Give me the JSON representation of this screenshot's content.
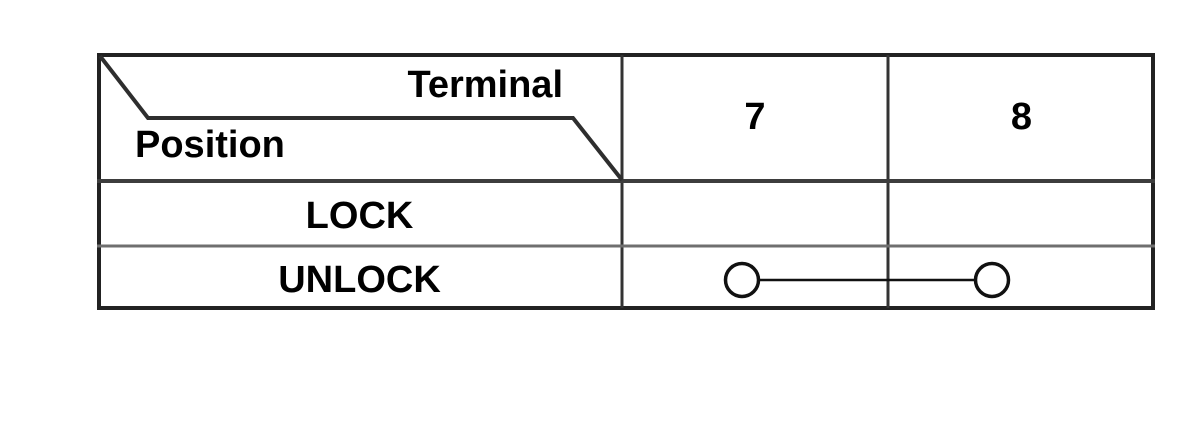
{
  "table": {
    "header": {
      "terminal_label": "Terminal",
      "position_label": "Position"
    },
    "columns": [
      "7",
      "8"
    ],
    "rows": [
      {
        "position": "LOCK",
        "connections": []
      },
      {
        "position": "UNLOCK",
        "connections": [
          [
            "7",
            "8"
          ]
        ]
      }
    ],
    "unlock_symbol": "circle-line-circle continuity between terminals 7 and 8"
  },
  "colors": {
    "background": "#ffffff",
    "outer_border": "#222222",
    "grid_line": "#3d3d3d",
    "thin_divider": "#6f6f6f",
    "diagonal_line": "#2e2e2e",
    "symbol_stroke": "#111111",
    "text": "#000000"
  }
}
